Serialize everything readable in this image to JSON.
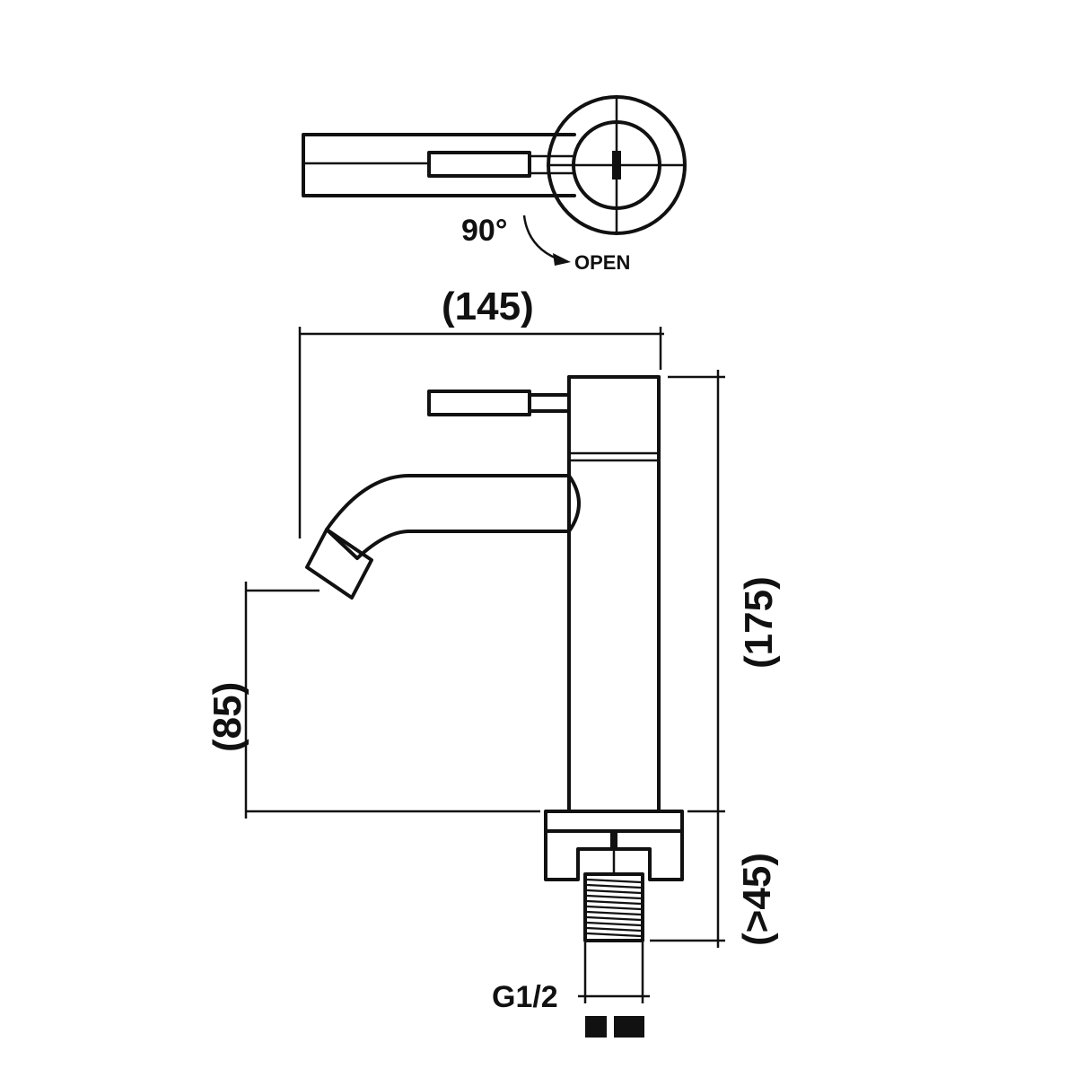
{
  "top_view": {
    "rotation_label": "90°",
    "open_label": "OPEN"
  },
  "dimensions": {
    "width": "(145)",
    "total_height": "(175)",
    "spout_height": "(85)",
    "thread_length": "(>45)",
    "thread_size": "G1/2"
  },
  "colors": {
    "line": "#111111",
    "background": "#ffffff"
  }
}
